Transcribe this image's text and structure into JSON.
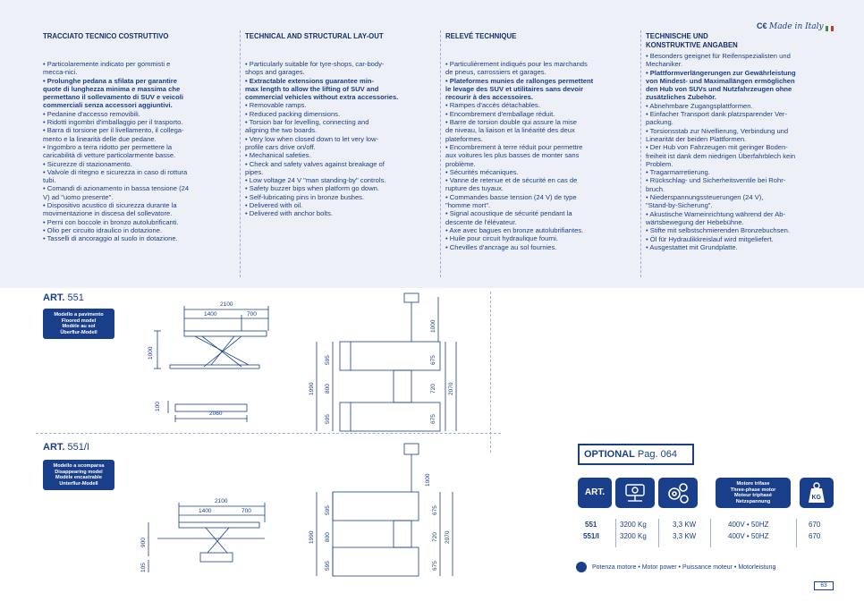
{
  "columns": [
    {
      "heading": [
        "TRACCIATO TECNICO COSTRUTTIVO"
      ],
      "lines": [
        {
          "t": "• Particolaremente indicato per gommisti e",
          "b": false
        },
        {
          "t": "mecca-nici.",
          "b": false
        },
        {
          "t": "• Prolunghe pedana a sfilata per garantire",
          "b": true
        },
        {
          "t": "quote  di lunghezza minima e massima che",
          "b": true
        },
        {
          "t": "permettano il sollevamento di SUV e veicoli",
          "b": true
        },
        {
          "t": "commerciali senza accessori aggiuntivi.",
          "b": true
        },
        {
          "t": "• Pedanine d'accesso removibili.",
          "b": false
        },
        {
          "t": "• Ridotti ingombri d'imballaggio per il trasporto.",
          "b": false
        },
        {
          "t": "• Barra di torsione per il livellamento, il collega-",
          "b": false
        },
        {
          "t": "mento e la linearità delle due pedane.",
          "b": false
        },
        {
          "t": "• Ingombro a terra ridotto per permettere la",
          "b": false
        },
        {
          "t": "caricabilità di vetture particolarmente basse.",
          "b": false
        },
        {
          "t": "• Sicurezze di stazionamento.",
          "b": false
        },
        {
          "t": "• Valvole di ritegno e sicurezza in caso di rottura",
          "b": false
        },
        {
          "t": "tubi.",
          "b": false
        },
        {
          "t": "• Comandi di azionamento in bassa tensione (24",
          "b": false
        },
        {
          "t": "V) ad \"uomo presente\".",
          "b": false
        },
        {
          "t": "• Dispositivo acustico di sicurezza durante la",
          "b": false
        },
        {
          "t": "movimentazione in discesa del sollevatore.",
          "b": false
        },
        {
          "t": "• Perni con boccole in bronzo autolubrificanti.",
          "b": false
        },
        {
          "t": "• Olio per circuito idraulico in dotazione.",
          "b": false
        },
        {
          "t": "• Tasselli di ancoraggio al suolo in dotazione.",
          "b": false
        }
      ]
    },
    {
      "heading": [
        "TECHNICAL AND STRUCTURAL LAY-OUT"
      ],
      "lines": [
        {
          "t": "• Particularly suitable for tyre-shops, car-body-",
          "b": false
        },
        {
          "t": "shops and garages.",
          "b": false
        },
        {
          "t": "• Extractable extensions guarantee min-",
          "b": true
        },
        {
          "t": "max length to allow the lifting of SUV and",
          "b": true
        },
        {
          "t": "commercial vehicles without extra accessories.",
          "b": true
        },
        {
          "t": "• Removable ramps.",
          "b": false
        },
        {
          "t": "• Reduced packing dimensions.",
          "b": false
        },
        {
          "t": "• Torsion bar for levelling, connecting and",
          "b": false
        },
        {
          "t": "aligning the two boards.",
          "b": false
        },
        {
          "t": "• Very low when closed down to let very low-",
          "b": false
        },
        {
          "t": "profile cars drive on/off.",
          "b": false
        },
        {
          "t": "• Mechanical safeties.",
          "b": false
        },
        {
          "t": "• Check and safety valves against breakage of",
          "b": false
        },
        {
          "t": "pipes.",
          "b": false
        },
        {
          "t": "• Low voltage 24 V \"man standing-by\" controls.",
          "b": false
        },
        {
          "t": "• Safety buzzer bips when platform go down.",
          "b": false
        },
        {
          "t": "• Self-lubricating pins in bronze bushes.",
          "b": false
        },
        {
          "t": "• Delivered with oil.",
          "b": false
        },
        {
          "t": "• Delivered with anchor bolts.",
          "b": false
        }
      ]
    },
    {
      "heading": [
        "RELEVÉ TECHNIQUE"
      ],
      "lines": [
        {
          "t": "• Particulièrement indiqués pour les marchands",
          "b": false
        },
        {
          "t": "de pneus, carrossiers et garages.",
          "b": false
        },
        {
          "t": "• Plateformes munies de rallonges permettent",
          "b": true
        },
        {
          "t": "le levage des SUV et utilitaires sans devoir",
          "b": true
        },
        {
          "t": "recourir à des accessoires.",
          "b": true
        },
        {
          "t": "• Rampes d'accès détachables.",
          "b": false
        },
        {
          "t": "• Encombrement d'emballage réduit.",
          "b": false
        },
        {
          "t": "• Barre de torsion double qui assure la mise",
          "b": false
        },
        {
          "t": "de niveau, la liaison et la linéarité des deux",
          "b": false
        },
        {
          "t": "plateformes.",
          "b": false
        },
        {
          "t": "• Encombrement à terre réduit pour permettre",
          "b": false
        },
        {
          "t": "aux voitures les plus basses de monter sans",
          "b": false
        },
        {
          "t": "problème.",
          "b": false
        },
        {
          "t": "• Sécurités mécaniques.",
          "b": false
        },
        {
          "t": "• Vanne de retenue et de sécurité en cas de",
          "b": false
        },
        {
          "t": "rupture des tuyaux.",
          "b": false
        },
        {
          "t": "• Commandes basse tension (24 V) de type",
          "b": false
        },
        {
          "t": "\"homme mort\".",
          "b": false
        },
        {
          "t": "• Signal acoustique de sécurité pendant la",
          "b": false
        },
        {
          "t": "descente de l'élévateur.",
          "b": false
        },
        {
          "t": "• Axe avec bagues en bronze autolubrifiantes.",
          "b": false
        },
        {
          "t": "• Huile pour circuit hydraulique fourni.",
          "b": false
        },
        {
          "t": "• Chevilles d'ancrage au sol fournies.",
          "b": false
        }
      ]
    },
    {
      "heading": [
        "TECHNISCHE UND",
        "KONSTRUKTIVE ANGABEN"
      ],
      "lines": [
        {
          "t": "• Besonders geeignet für Reifenspezialisten und",
          "b": false
        },
        {
          "t": "Mechaniker.",
          "b": false
        },
        {
          "t": "• Plattformverlängerungen zur Gewährleistung",
          "b": true
        },
        {
          "t": "von Mindest- und Maximallängen ermöglichen",
          "b": true
        },
        {
          "t": "den Hub von SUVs und Nutzfahrzeugen ohne",
          "b": true
        },
        {
          "t": "zusätzliches Zubehör.",
          "b": true
        },
        {
          "t": "• Abnehmbare Zugangsplattformen.",
          "b": false
        },
        {
          "t": "• Einfacher Transport dank platzsparender Ver-",
          "b": false
        },
        {
          "t": "packung.",
          "b": false
        },
        {
          "t": "• Torsionsstab zur Nivellierung, Verbindung und",
          "b": false
        },
        {
          "t": "Linearität der beiden Plattformen.",
          "b": false
        },
        {
          "t": "• Der Hub von Fahrzeugen mit geringer Boden-",
          "b": false
        },
        {
          "t": "freiheit ist dank dem niedrigen Überfahrblech kein",
          "b": false
        },
        {
          "t": "Problem.",
          "b": false
        },
        {
          "t": "• Tragarmarretierung.",
          "b": false
        },
        {
          "t": "• Rückschlag- und Sicherheitsventile bei Rohr-",
          "b": false
        },
        {
          "t": "bruch.",
          "b": false
        },
        {
          "t": "• Niederspannungssteuerungen (24 V),",
          "b": false
        },
        {
          "t": "\"Stand-by-Sicherung\".",
          "b": false
        },
        {
          "t": "• Akustische Warneinrichtung während der Ab-",
          "b": false
        },
        {
          "t": "wärtsbewegung der Hebebühne.",
          "b": false
        },
        {
          "t": "• Stifte mit selbstschmierenden Bronzebuchsen.",
          "b": false
        },
        {
          "t": "• Öl für Hydraulikkreislauf wird mitgeliefert.",
          "b": false
        },
        {
          "t": "• Ausgestattet mit Grundplatte.",
          "b": false
        }
      ]
    }
  ],
  "brand": {
    "ce": "C€",
    "made_in": "Made in Italy"
  },
  "art551": {
    "prefix": "ART.",
    "num": "551",
    "model_lines": [
      "Modello a pavimento",
      "Floored model",
      "Modèle au sol",
      "Überflur-Modell"
    ],
    "dims": {
      "total": "2100",
      "a": "1400",
      "b": "700",
      "height": "1000",
      "base_h": "100",
      "base_len": "2060",
      "plan_w": "1990",
      "p1": "595",
      "p2": "800",
      "p3": "595",
      "r1": "675",
      "r2": "720",
      "r3": "675",
      "total2": "2070",
      "col_h": "1000"
    }
  },
  "art551i": {
    "prefix": "ART.",
    "num": "551/I",
    "model_lines": [
      "Modello a scomparsa",
      "Disappearing model",
      "Modèle encastrable",
      "Unterflur-Modell"
    ],
    "dims": {
      "total": "2100",
      "a": "1400",
      "b": "700",
      "height": "900",
      "base_h": "105",
      "plan_w": "1990",
      "p1": "595",
      "p2": "800",
      "p3": "595",
      "r1": "675",
      "r2": "720",
      "r3": "675",
      "total2": "2070",
      "col_h": "1000"
    }
  },
  "optional": {
    "label": "OPTIONAL",
    "page": "Pag. 064"
  },
  "spec_table": {
    "art_label": "ART.",
    "motor_label": [
      "Motore trifase",
      "Three-phase motor",
      "Moteur triphasé",
      "Netzspannung"
    ],
    "kg_label": "KG",
    "icons": [
      "lift-capacity-icon",
      "motor-gears-icon",
      "weight-icon"
    ],
    "rows": [
      {
        "art": "551",
        "capacity": "3200 Kg",
        "power": "3,3 KW",
        "voltage": "400V • 50HZ",
        "weight": "670"
      },
      {
        "art": "551/I",
        "capacity": "3200 Kg",
        "power": "3,3 KW",
        "voltage": "400V • 50HZ",
        "weight": "670"
      }
    ]
  },
  "motor_note": "Potenza motore • Motor power • Puissance moteur • Motorleistung",
  "page_number": "63",
  "colors": {
    "primary": "#1a3f8a",
    "band": "#eef0f7",
    "line": "#9fb0d6"
  }
}
